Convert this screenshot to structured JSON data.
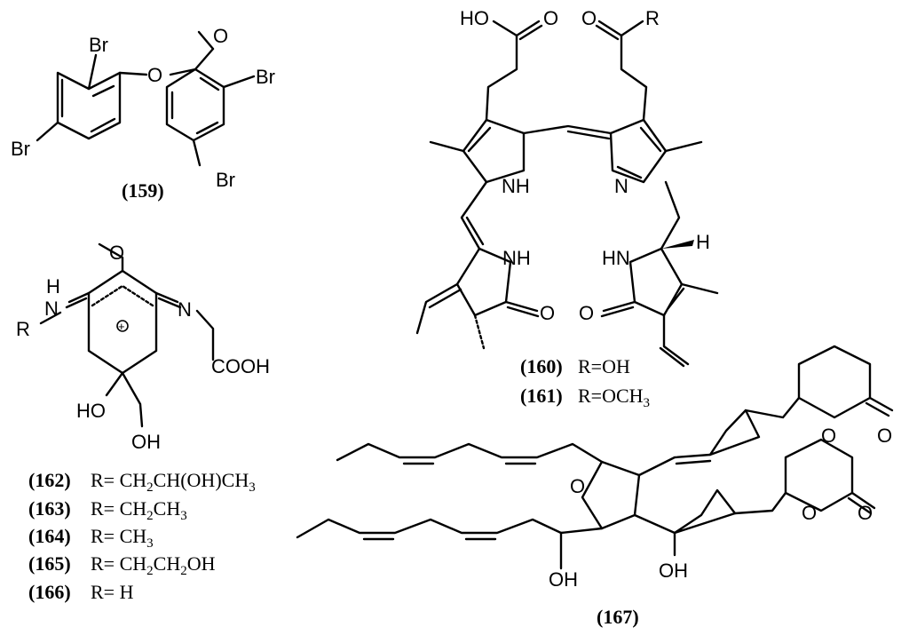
{
  "atoms": {
    "br": "Br",
    "o": "O",
    "ho": "HO",
    "oh": "OH",
    "nh": "NH",
    "hn": "HN",
    "n": "N",
    "h": "H",
    "r": "R",
    "cooh": "COOH",
    "plus": "+"
  },
  "compounds": {
    "c159": "(159)",
    "c160": "(160)",
    "c161": "(161)",
    "c162": "(162)",
    "c163": "(163)",
    "c164": "(164)",
    "c165": "(165)",
    "c166": "(166)",
    "c167": "(167)"
  },
  "substituents": {
    "r160": "R=OH",
    "r161_a": "R=OCH",
    "r161_b": "3",
    "r162_a": "R= CH",
    "r162_b": "2",
    "r162_c": "CH(OH)CH",
    "r162_d": "3",
    "r163_a": "R= CH",
    "r163_b": "2",
    "r163_c": "CH",
    "r163_d": "3",
    "r164_a": "R= CH",
    "r164_b": "3",
    "r165_a": "R= CH",
    "r165_b": "2",
    "r165_c": "CH",
    "r165_d": "2",
    "r165_e": "OH",
    "r166": "R= H"
  }
}
